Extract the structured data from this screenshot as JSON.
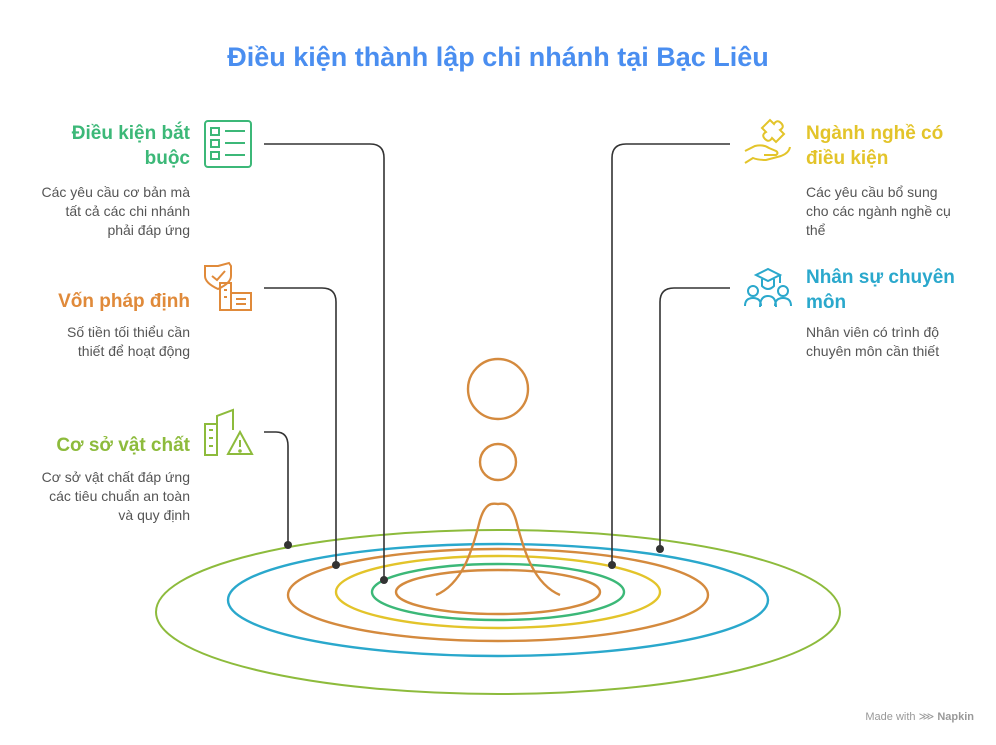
{
  "title": "Điều kiện thành lập chi nhánh tại Bạc Liêu",
  "items": [
    {
      "heading_line1": "Điều kiện bắt",
      "heading_line2": "buộc",
      "desc_lines": [
        "Các yêu cầu cơ bản mà",
        "tất cả các chi nhánh",
        "phải đáp ứng"
      ],
      "icon": "checklist-icon",
      "color": "#3cb878"
    },
    {
      "heading_line1": "Vốn pháp định",
      "heading_line2": "",
      "desc_lines": [
        "Số tiền tối thiểu cần",
        "thiết để hoạt động"
      ],
      "icon": "shield-building-icon",
      "color": "#e08a3a"
    },
    {
      "heading_line1": "Cơ sở vật chất",
      "heading_line2": "",
      "desc_lines": [
        "Cơ sở vật chất đáp ứng",
        "các tiêu chuẩn an toàn",
        "và quy định"
      ],
      "icon": "buildings-warning-icon",
      "color": "#8dbb3c"
    },
    {
      "heading_line1": "Ngành nghề có",
      "heading_line2": "điều kiện",
      "desc_lines": [
        "Các yêu cầu bổ sung",
        "cho các ngành nghề cụ",
        "thể"
      ],
      "icon": "puzzle-hand-icon",
      "color": "#e3c42a"
    },
    {
      "heading_line1": "Nhân sự chuyên",
      "heading_line2": "môn",
      "desc_lines": [
        "Nhân viên có trình độ",
        "chuyên môn cần thiết"
      ],
      "icon": "graduates-icon",
      "color": "#2aa8cc"
    }
  ],
  "footer": {
    "made_with": "Made with",
    "brand": "Napkin"
  }
}
